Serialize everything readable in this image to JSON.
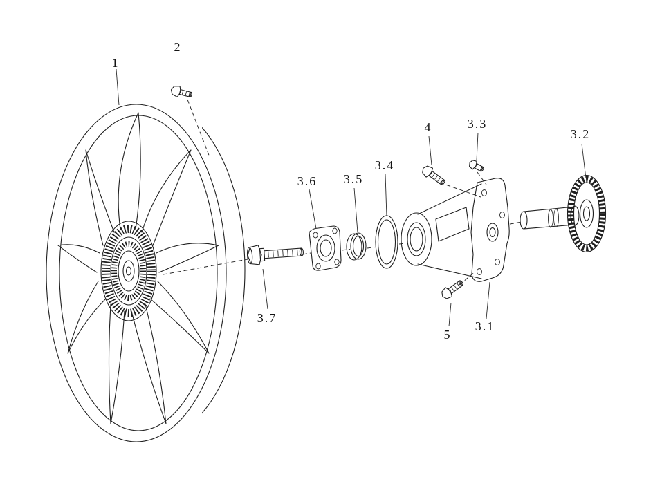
{
  "diagram": {
    "type": "exploded-parts-diagram",
    "subject": "engine-cooling-fan-and-fan-drive-assembly",
    "colors": {
      "background": "#ffffff",
      "line": "#1f1f1f"
    },
    "labels": [
      {
        "text": "1"
      },
      {
        "text": "2"
      },
      {
        "text": "3.7"
      },
      {
        "text": "3.6"
      },
      {
        "text": "3.5"
      },
      {
        "text": "3.4"
      },
      {
        "text": "4"
      },
      {
        "text": "3.3"
      },
      {
        "text": "3.2"
      },
      {
        "text": "3.1"
      },
      {
        "text": "5"
      }
    ]
  }
}
